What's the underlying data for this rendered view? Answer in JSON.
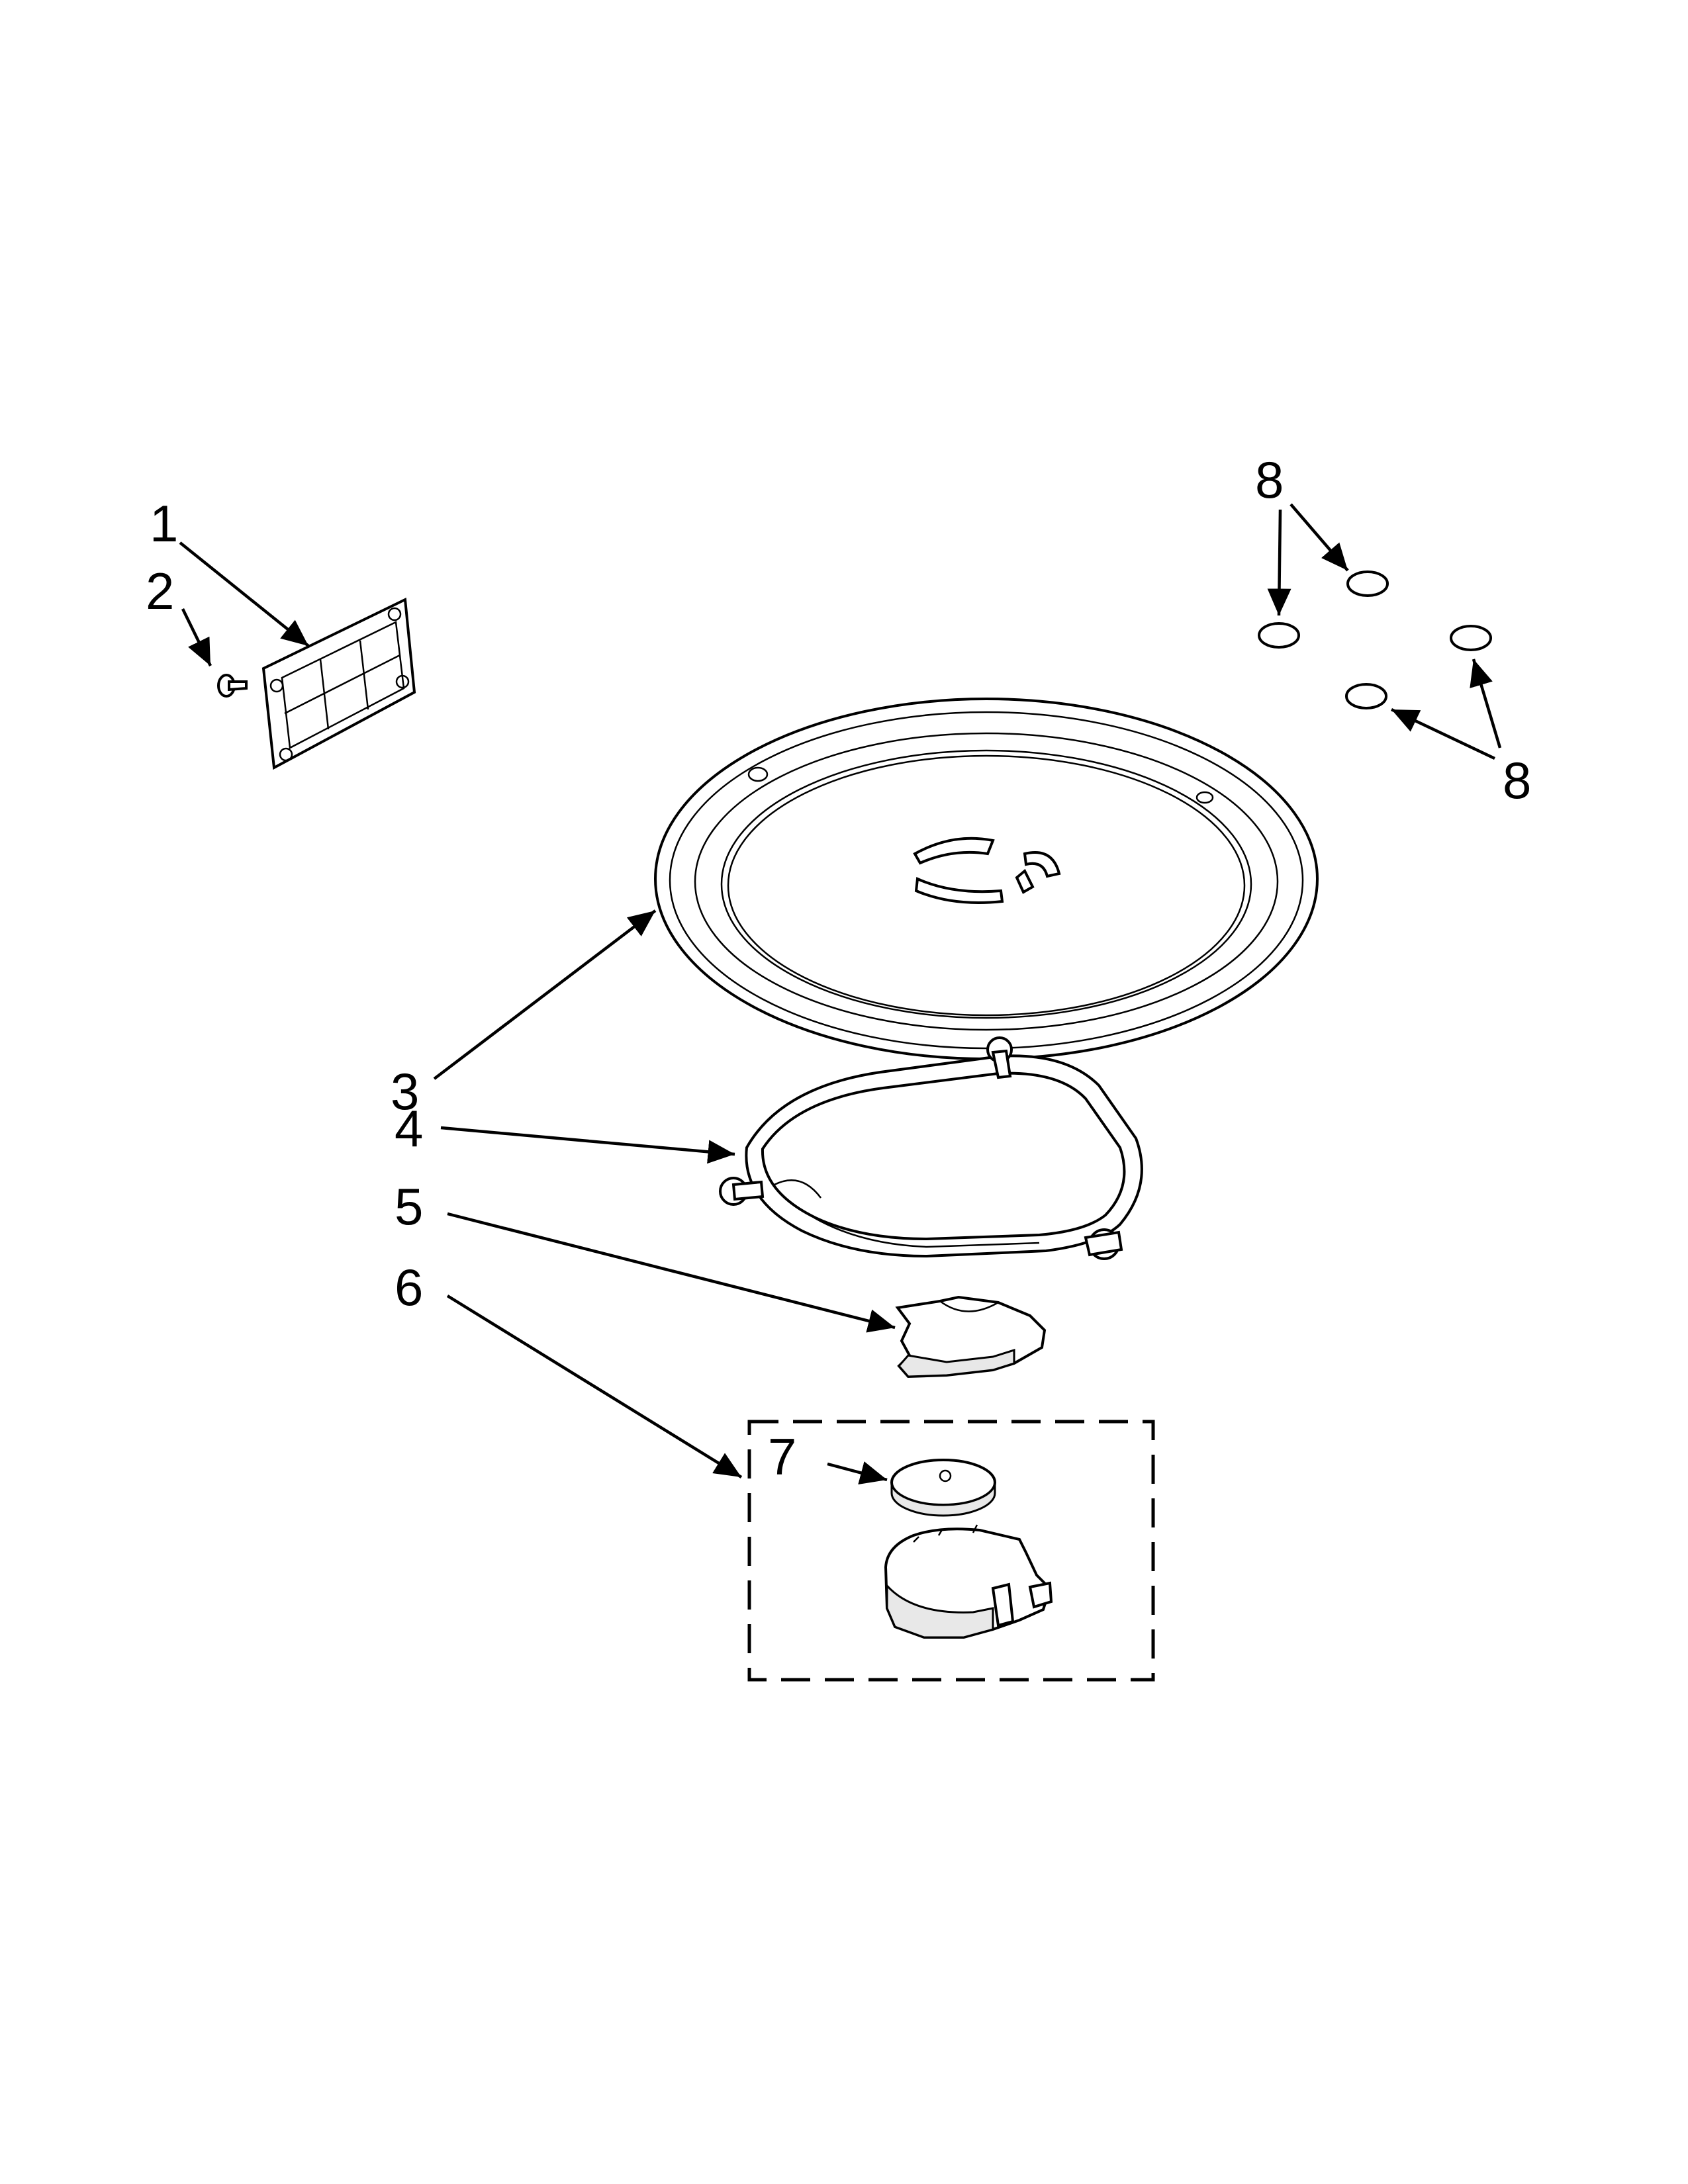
{
  "callouts": [
    {
      "id": "1",
      "text": "1"
    },
    {
      "id": "2",
      "text": "2"
    },
    {
      "id": "3",
      "text": "3"
    },
    {
      "id": "4",
      "text": "4"
    },
    {
      "id": "5",
      "text": "5"
    },
    {
      "id": "6",
      "text": "6"
    },
    {
      "id": "7",
      "text": "7"
    },
    {
      "id": "8a",
      "text": "8"
    },
    {
      "id": "8b",
      "text": "8"
    }
  ]
}
